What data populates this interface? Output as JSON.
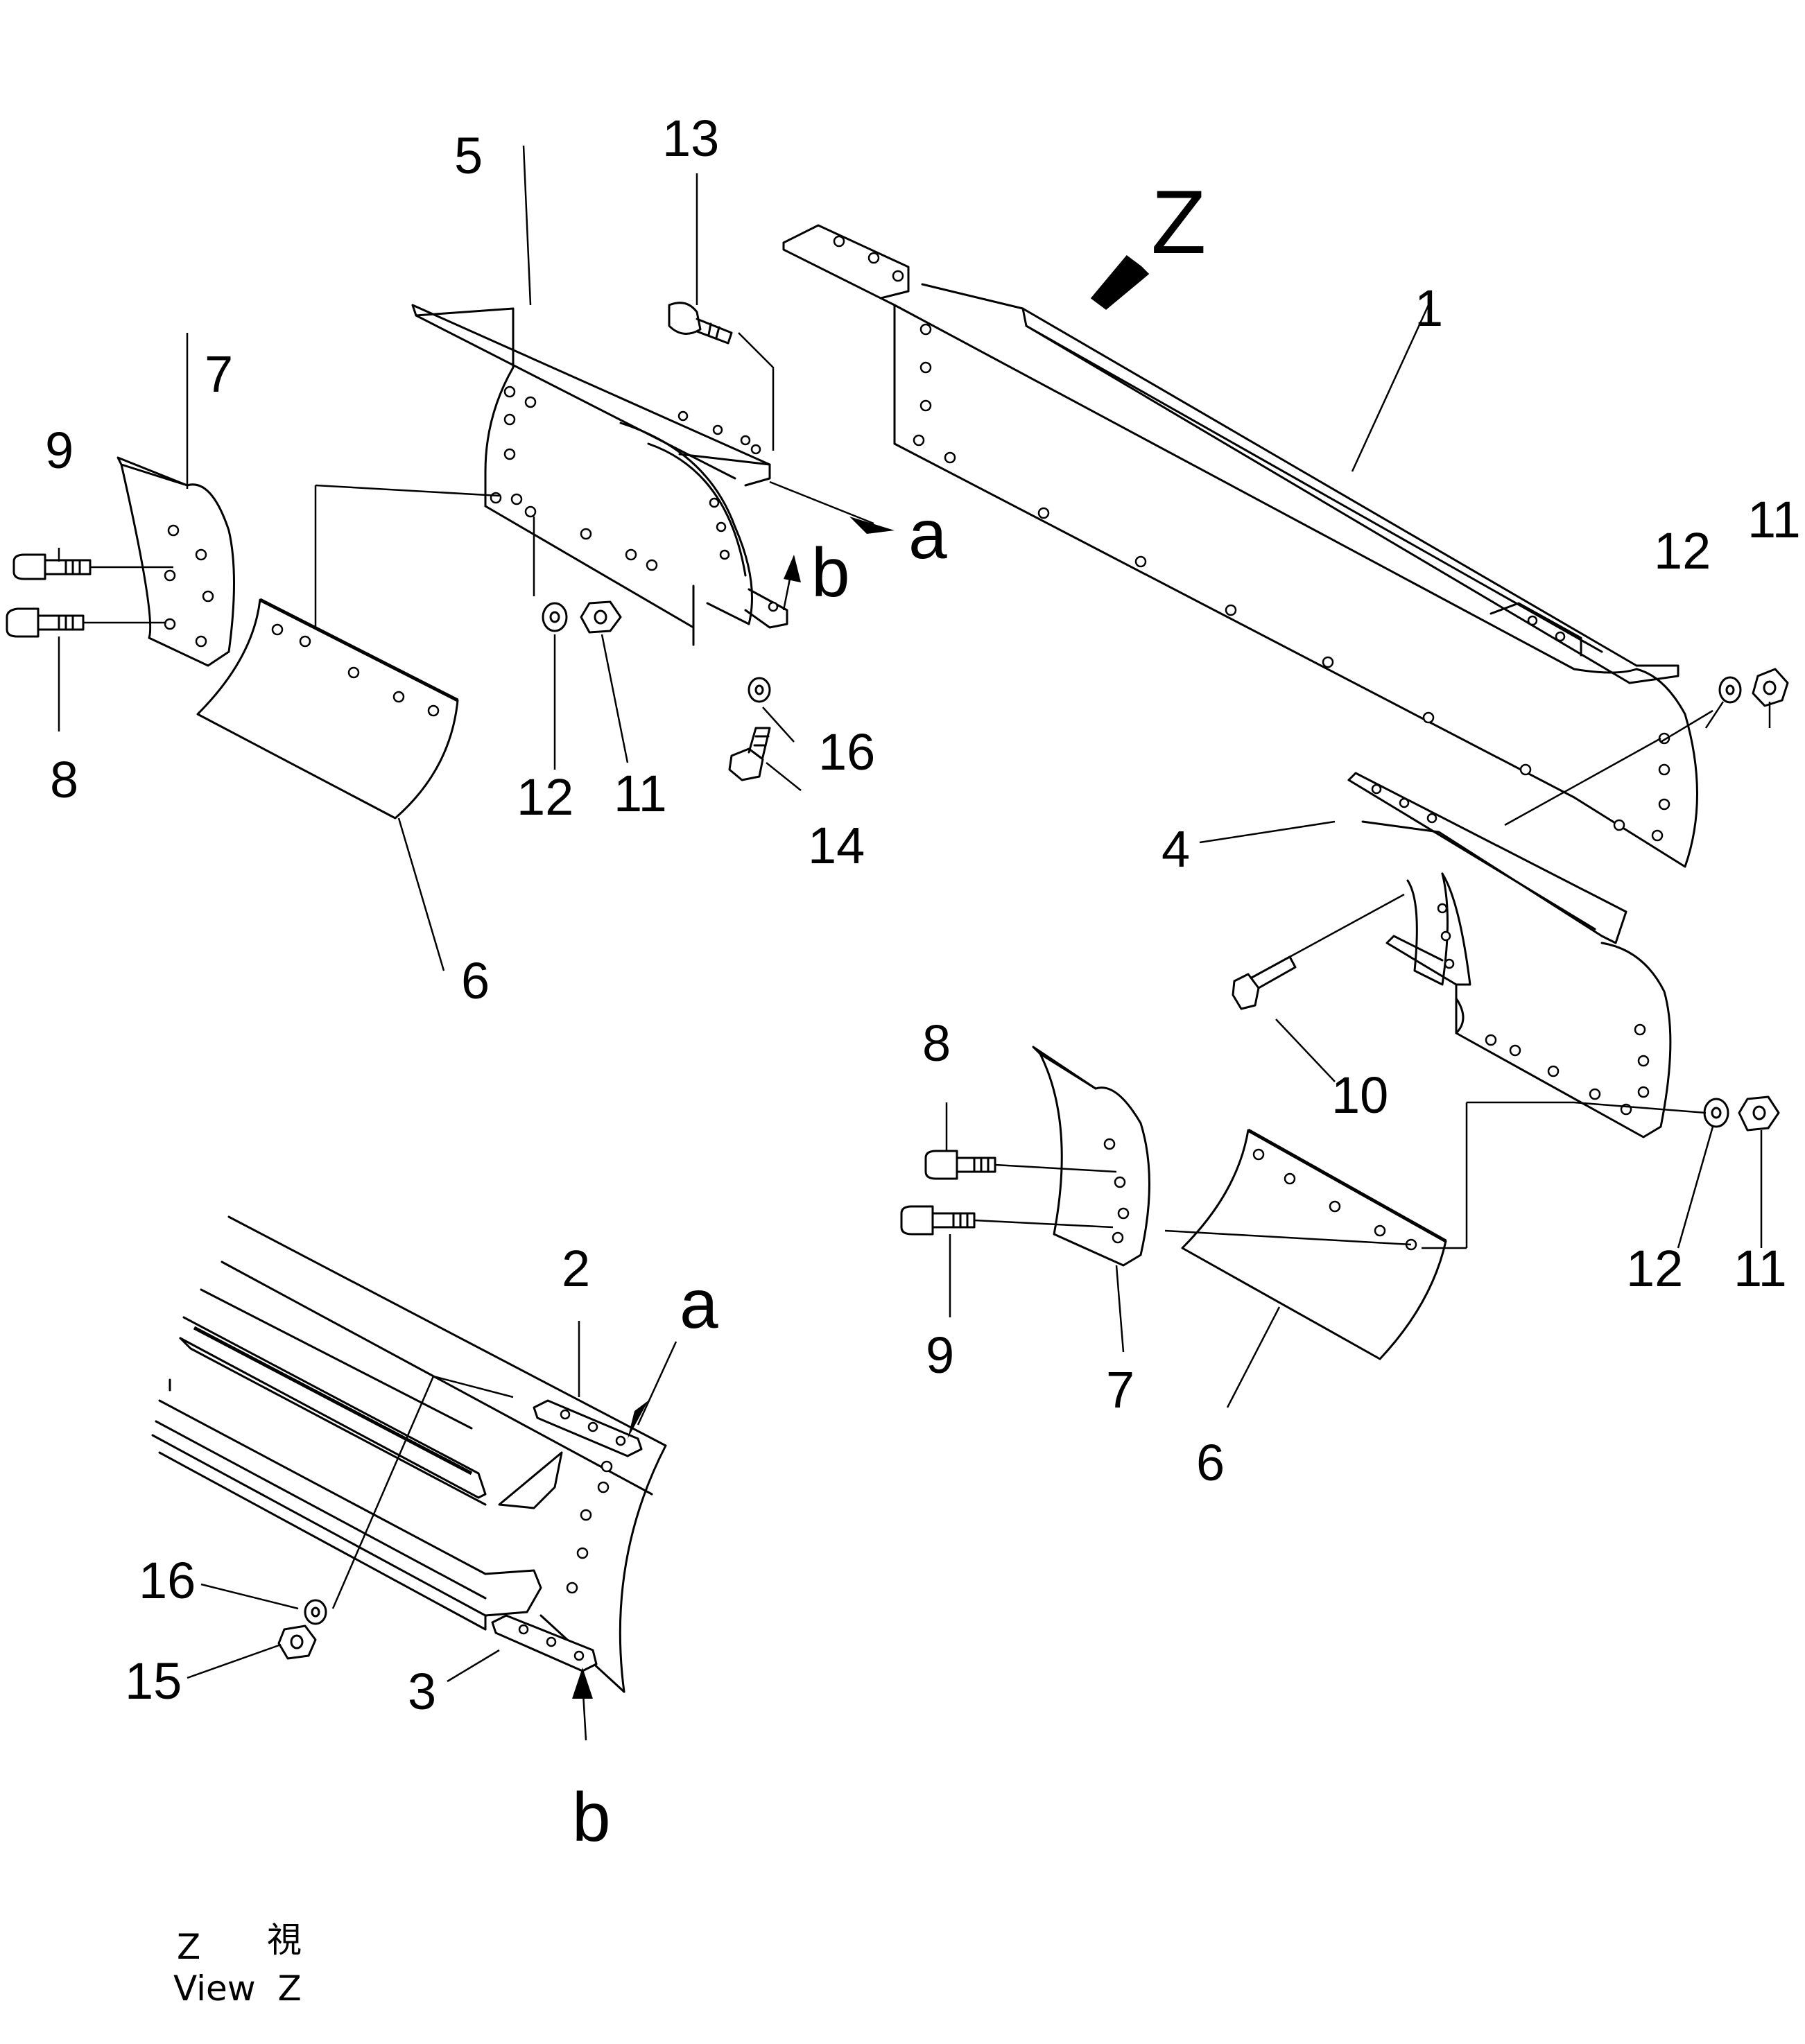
{
  "callouts": {
    "n1": "1",
    "n2": "2",
    "n3": "3",
    "n4": "4",
    "n5": "5",
    "n6_left": "6",
    "n6_right": "6",
    "n7_left": "7",
    "n7_right": "7",
    "n8_left": "8",
    "n8_right": "8",
    "n9_left": "9",
    "n9_right": "9",
    "n10": "10",
    "n11_left": "11",
    "n11_right_top": "11",
    "n11_right_bottom": "11",
    "n12_left": "12",
    "n12_right_top": "12",
    "n12_right_bottom": "12",
    "n13": "13",
    "n14": "14",
    "n15": "15",
    "n16_top": "16",
    "n16_view": "16"
  },
  "refs": {
    "a_top": "a",
    "b_top": "b",
    "a_view": "a",
    "b_view": "b",
    "z_arrow": "Z"
  },
  "caption": {
    "line1_z": "Z",
    "line1_kanji": "視",
    "line2": "View  Z"
  }
}
